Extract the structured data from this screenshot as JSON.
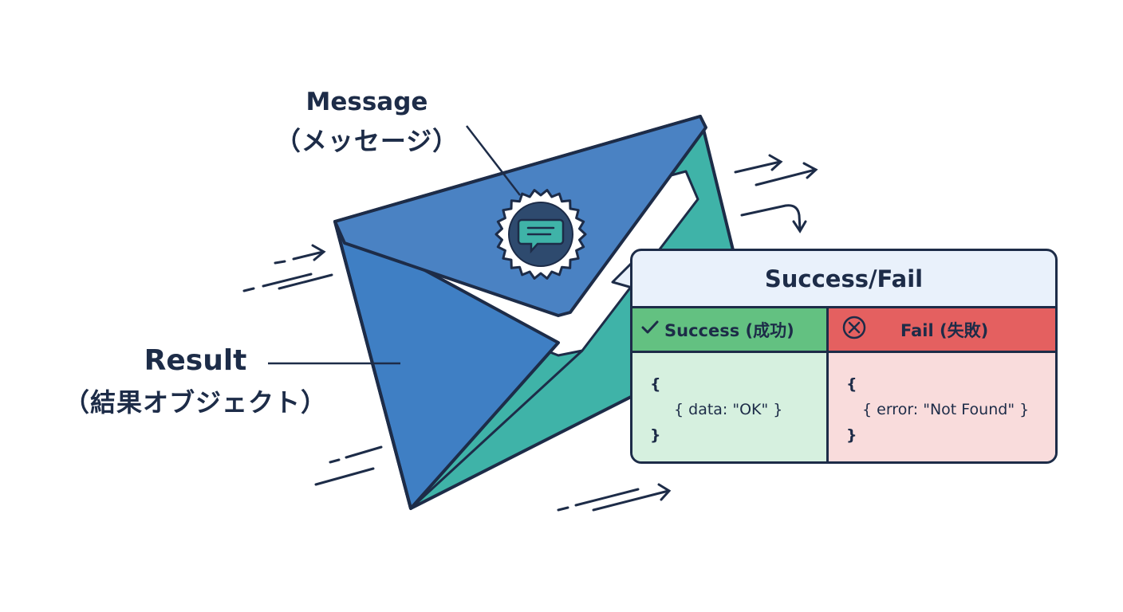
{
  "labels": {
    "message_title": "Message",
    "message_subtitle": "（メッセージ）",
    "result_title": "Result",
    "result_subtitle": "（結果オブジェクト）"
  },
  "card": {
    "title": "Success/Fail",
    "success": {
      "heading": "Success (成功)",
      "open_brace": "{",
      "code": "{ data: \"OK\" }",
      "close_brace": "}"
    },
    "fail": {
      "heading": "Fail (失敗)",
      "open_brace": "{",
      "code": "{ error: \"Not Found\" }",
      "close_brace": "}"
    }
  },
  "icons": {
    "seal": "message-seal-icon",
    "success": "check-icon",
    "fail": "x-circle-icon"
  },
  "colors": {
    "ink": "#1d2c48",
    "envelope_blue": "#3f7fc4",
    "envelope_teal": "#3fb3a8",
    "success_green": "#63c181",
    "fail_red": "#e46060",
    "card_bg": "#e9f1fb"
  }
}
